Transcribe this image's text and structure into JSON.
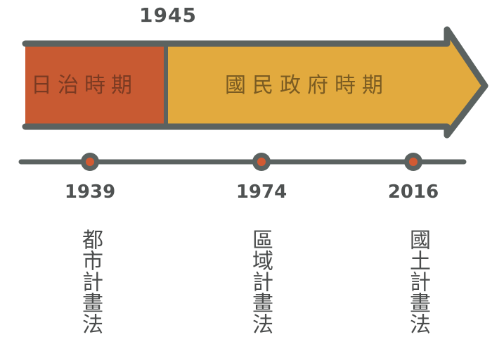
{
  "divider_year": "1945",
  "eras": [
    {
      "label": "日治時期",
      "color": "#c85a32"
    },
    {
      "label": "國民政府時期",
      "color": "#e2aa3e"
    }
  ],
  "events": [
    {
      "year": "1939",
      "law": "都市計畫法"
    },
    {
      "year": "1974",
      "law": "區域計畫法"
    },
    {
      "year": "2016",
      "law": "國土計畫法"
    }
  ],
  "colors": {
    "outline": "#5b6260",
    "dot": "#d25a32",
    "text": "#4f5252"
  }
}
